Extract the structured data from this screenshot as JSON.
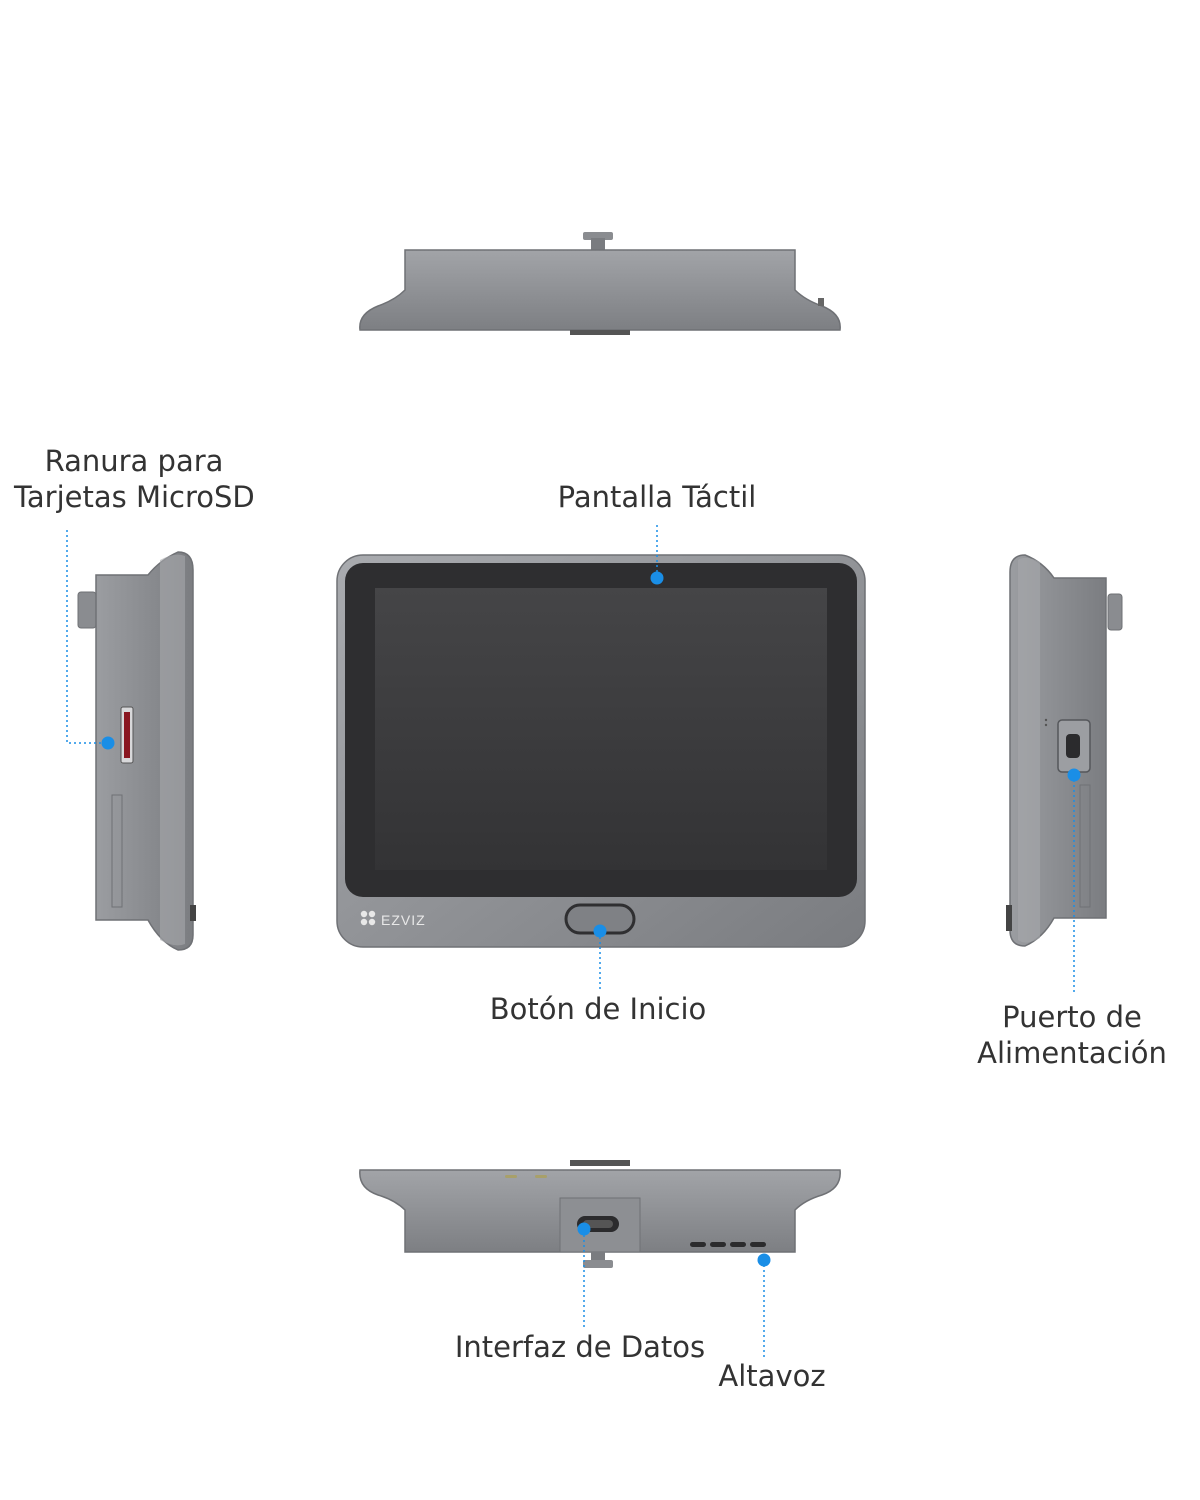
{
  "brand": {
    "logo_text": "EZVIZ"
  },
  "colors": {
    "callout": "#1a8ee6",
    "device_body": "#8e9094",
    "device_edge": "#6f7175",
    "screen": "#3a3a3c",
    "label": "#333333"
  },
  "callouts": {
    "microsd_slot": {
      "line1": "Ranura para",
      "line2": "Tarjetas MicroSD"
    },
    "touch_screen": {
      "text": "Pantalla Táctil"
    },
    "home_button": {
      "text": "Botón de Inicio"
    },
    "power_port": {
      "line1": "Puerto de",
      "line2": "Alimentación"
    },
    "data_interface": {
      "text": "Interfaz de Datos"
    },
    "speaker": {
      "text": "Altavoz"
    }
  }
}
